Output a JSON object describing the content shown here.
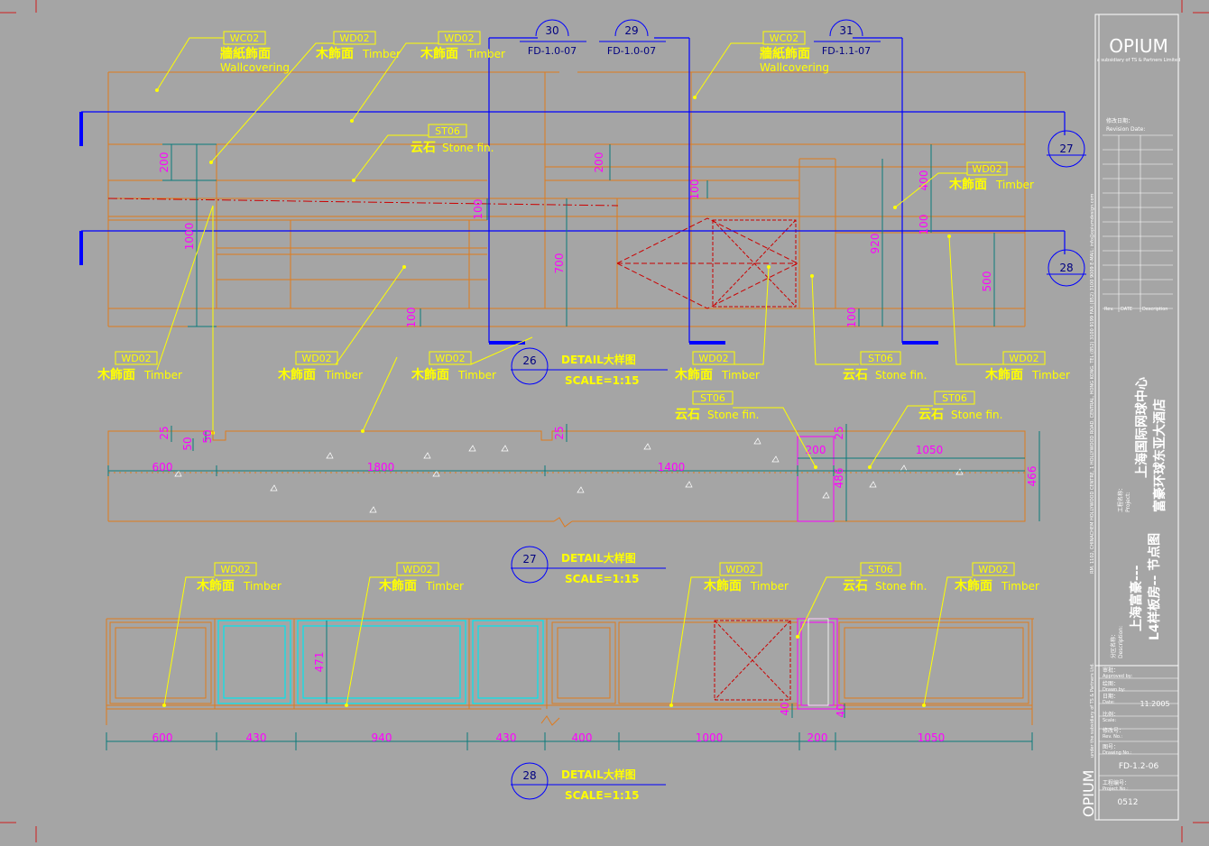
{
  "colors": {
    "background": "#a5a5a5",
    "orange": "#e07a1c",
    "yellow": "#ffff00",
    "blue": "#0000ff",
    "magenta": "#ff00ff",
    "teal": "#0c7a7a",
    "red": "#cc0000",
    "cyan": "#00e5ee",
    "white": "#ffffff",
    "black": "#000000"
  },
  "tags": {
    "wc02": "WC02",
    "wd02": "WD02",
    "st06": "ST06",
    "wallcovering_cn": "牆紙飾面",
    "wallcovering_en": "Wallcovering",
    "timber_cn": "木飾面",
    "timber_en": "Timber",
    "stone_cn": "云石",
    "stone_en": "Stone fin."
  },
  "section_marks": {
    "s30": {
      "num": "30",
      "ref": "FD-1.0-07"
    },
    "s29": {
      "num": "29",
      "ref": "FD-1.0-07"
    },
    "s31": {
      "num": "31",
      "ref": "FD-1.1-07"
    },
    "s27": {
      "num": "27"
    },
    "s28": {
      "num": "28"
    }
  },
  "details": {
    "d26": {
      "num": "26",
      "title": "DETAIL大样图",
      "scale": "SCALE=1:15"
    },
    "d27": {
      "num": "27",
      "title": "DETAIL大样图",
      "scale": "SCALE=1:15"
    },
    "d28": {
      "num": "28",
      "title": "DETAIL大样图",
      "scale": "SCALE=1:15"
    }
  },
  "dims_elev": {
    "d200a": "200",
    "d1000": "1000",
    "d100a": "100",
    "d100b": "100",
    "d200b": "200",
    "d700": "700",
    "d100c": "100",
    "d100d": "100",
    "d920": "920",
    "d400": "400",
    "d100e": "100",
    "d500": "500"
  },
  "dims_plan27": {
    "d25a": "25",
    "d50a": "50",
    "d50b": "50",
    "d25b": "25",
    "d25c": "25",
    "d600": "600",
    "d1800": "1800",
    "d1400": "1400",
    "d200": "200",
    "d1050": "1050",
    "d486": "486",
    "d466": "466"
  },
  "dims_plan28": {
    "d471": "471",
    "d40a": "40",
    "d40b": "40",
    "segments": [
      "600",
      "430",
      "940",
      "430",
      "400",
      "1000",
      "200",
      "1050"
    ]
  },
  "titleblock": {
    "logo": "OPIUM",
    "logo_sub": "a subsidiary of TS & Partners Limited",
    "address": "RM. 1102, CHINACHEM HOLLYWOOD CENTRE, 1 HOLLYWOOD ROAD, CENTRAL, HONG KONG. TEL:(852) 3100 9199 FAX:(852) 3100 9009 E-MAIL: info@opiumdesign.com",
    "revision_label": "修改日期：",
    "revision_en": "Revision Date:",
    "rev_col1": "Rev.",
    "rev_col2": "DATE",
    "rev_col3": "Description",
    "project_label": "工程名称：",
    "project_en": "Project:",
    "project_name_1": "上海国际网球中心",
    "project_name_2": "富豪环球东亚大酒店",
    "desc_label": "分区名称：",
    "desc_en": "Description:",
    "desc_1": "上海富豪---",
    "desc_2": "L4样板房-- 节点图",
    "approved_label": "审批：",
    "approved_en": "Approved by:",
    "drawn_label": "绘图：",
    "drawn_en": "Drawn by:",
    "date_label": "日期：",
    "date_en": "Date:",
    "date_value": "11.2005",
    "scale_label": "比例：",
    "scale_en": "Scale:",
    "rev_no_label": "修改号：",
    "rev_no_en": "Rev. No.:",
    "drawing_label": "图号：",
    "drawing_en": "Drawing No.:",
    "drawing_no": "FD-1.2-06",
    "project_no_label": "工程编号：",
    "project_no_en": "Project No.:",
    "project_no": "0512",
    "vertical_footer": "under the subsidiary of TS & Partners Ltd.",
    "vertical_logo": "OPIUM"
  }
}
